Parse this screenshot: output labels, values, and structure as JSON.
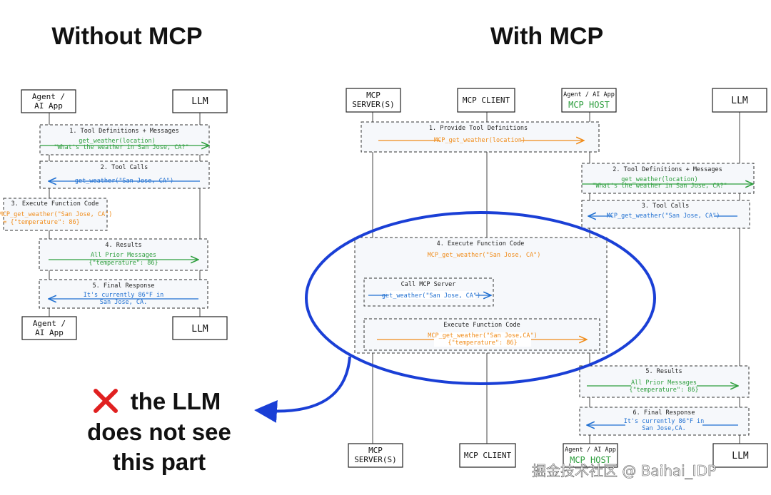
{
  "titles": {
    "left": "Without MCP",
    "right": "With MCP"
  },
  "actors": {
    "agent_l1": "Agent /",
    "agent_l2": "AI App",
    "llm": "LLM",
    "server_l1": "MCP",
    "server_l2": "SERVER(S)",
    "client": "MCP CLIENT",
    "host_l1": "Agent / AI App",
    "host_l2": "MCP HOST"
  },
  "left_steps": {
    "s1": "1. Tool Definitions + Messages",
    "s1_m1": "get_weather(location)",
    "s1_m2": "\"What's the weather in San Jose, CA?\"",
    "s2": "2. Tool Calls",
    "s2_m1": "get_weather(\"San Jose, CA\")",
    "s3": "3. Execute Function Code",
    "s3_m1": "MCP_get_weather(\"San Jose, CA\")",
    "s3_m2": "= {\"temperature\": 86}",
    "s4": "4. Results",
    "s4_m1": "All Prior Messages",
    "s4_m2": "{\"temperature\": 86}",
    "s5": "5. Final Response",
    "s5_m1": "It's currently 86°F in",
    "s5_m2": "San Jose, CA."
  },
  "right_steps": {
    "s1": "1. Provide Tool Definitions",
    "s1_m1": "MCP_get_weather(location)",
    "s2": "2. Tool Definitions + Messages",
    "s2_m1": "get_weather(location)",
    "s2_m2": "\"What's the weather in San Jose, CA?\"",
    "s3": "3. Tool Calls",
    "s3_m1": "MCP_get_weather(\"San Jose, CA\")",
    "s4": "4. Execute Function Code",
    "s4_m1": "MCP_get_weather(\"San Jose, CA\")",
    "s4_call": "Call MCP Server",
    "s4_call_m1": "get_weather(\"San Jose, CA\")",
    "s4_exec": "Execute Function Code",
    "s4_exec_m1": "MCP_get_weather(\"San Jose,CA\")",
    "s4_exec_m2": "{\"temperature\": 86}",
    "s5": "5. Results",
    "s5_m1": "All Prior Messages",
    "s5_m2": "{\"temperature\": 86}",
    "s6": "6. Final Response",
    "s6_m1": "It's currently 86°F in",
    "s6_m2": "San Jose,CA."
  },
  "note": {
    "line1": "the LLM",
    "line2": "does not see",
    "line3": "this part"
  },
  "watermark": "掘金技术社区 @ Baihai_IDP",
  "colors": {
    "green": "#2e9e3e",
    "orange": "#f08c1a",
    "blue": "#1f6fd1",
    "circle": "#1a3fd6",
    "cross": "#e02020"
  }
}
